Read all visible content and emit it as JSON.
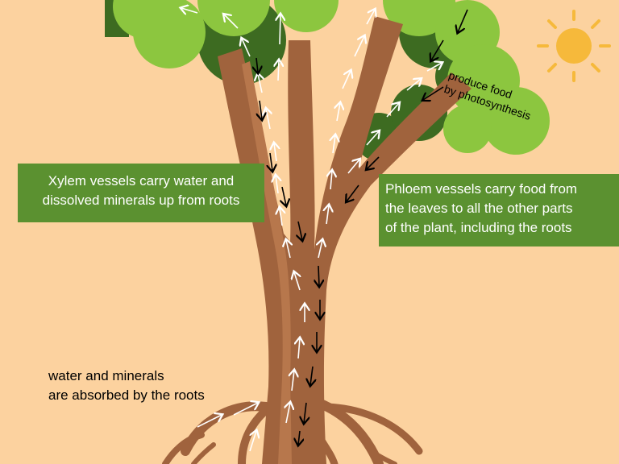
{
  "colors": {
    "background": "#fcd29f",
    "trunk": "#a0633d",
    "trunk_light": "#c08a5f",
    "leaf_light": "#8cc63f",
    "leaf_dark": "#3d6b21",
    "label_box": "#5b9130",
    "sun": "#f6b93b",
    "xylem_arrow": "#ffffff",
    "phloem_arrow": "#000000"
  },
  "labels": {
    "xylem": [
      "Xylem vessels carry water and",
      "dissolved minerals up from roots"
    ],
    "phloem": [
      "Phloem vessels carry food from",
      "the leaves to all the other parts",
      "of the plant, including the roots"
    ],
    "roots": [
      "water and minerals",
      "are absorbed by the roots"
    ],
    "leaf": [
      "produce food",
      "by photosynthesis"
    ]
  },
  "icons": [
    "sun-icon"
  ]
}
